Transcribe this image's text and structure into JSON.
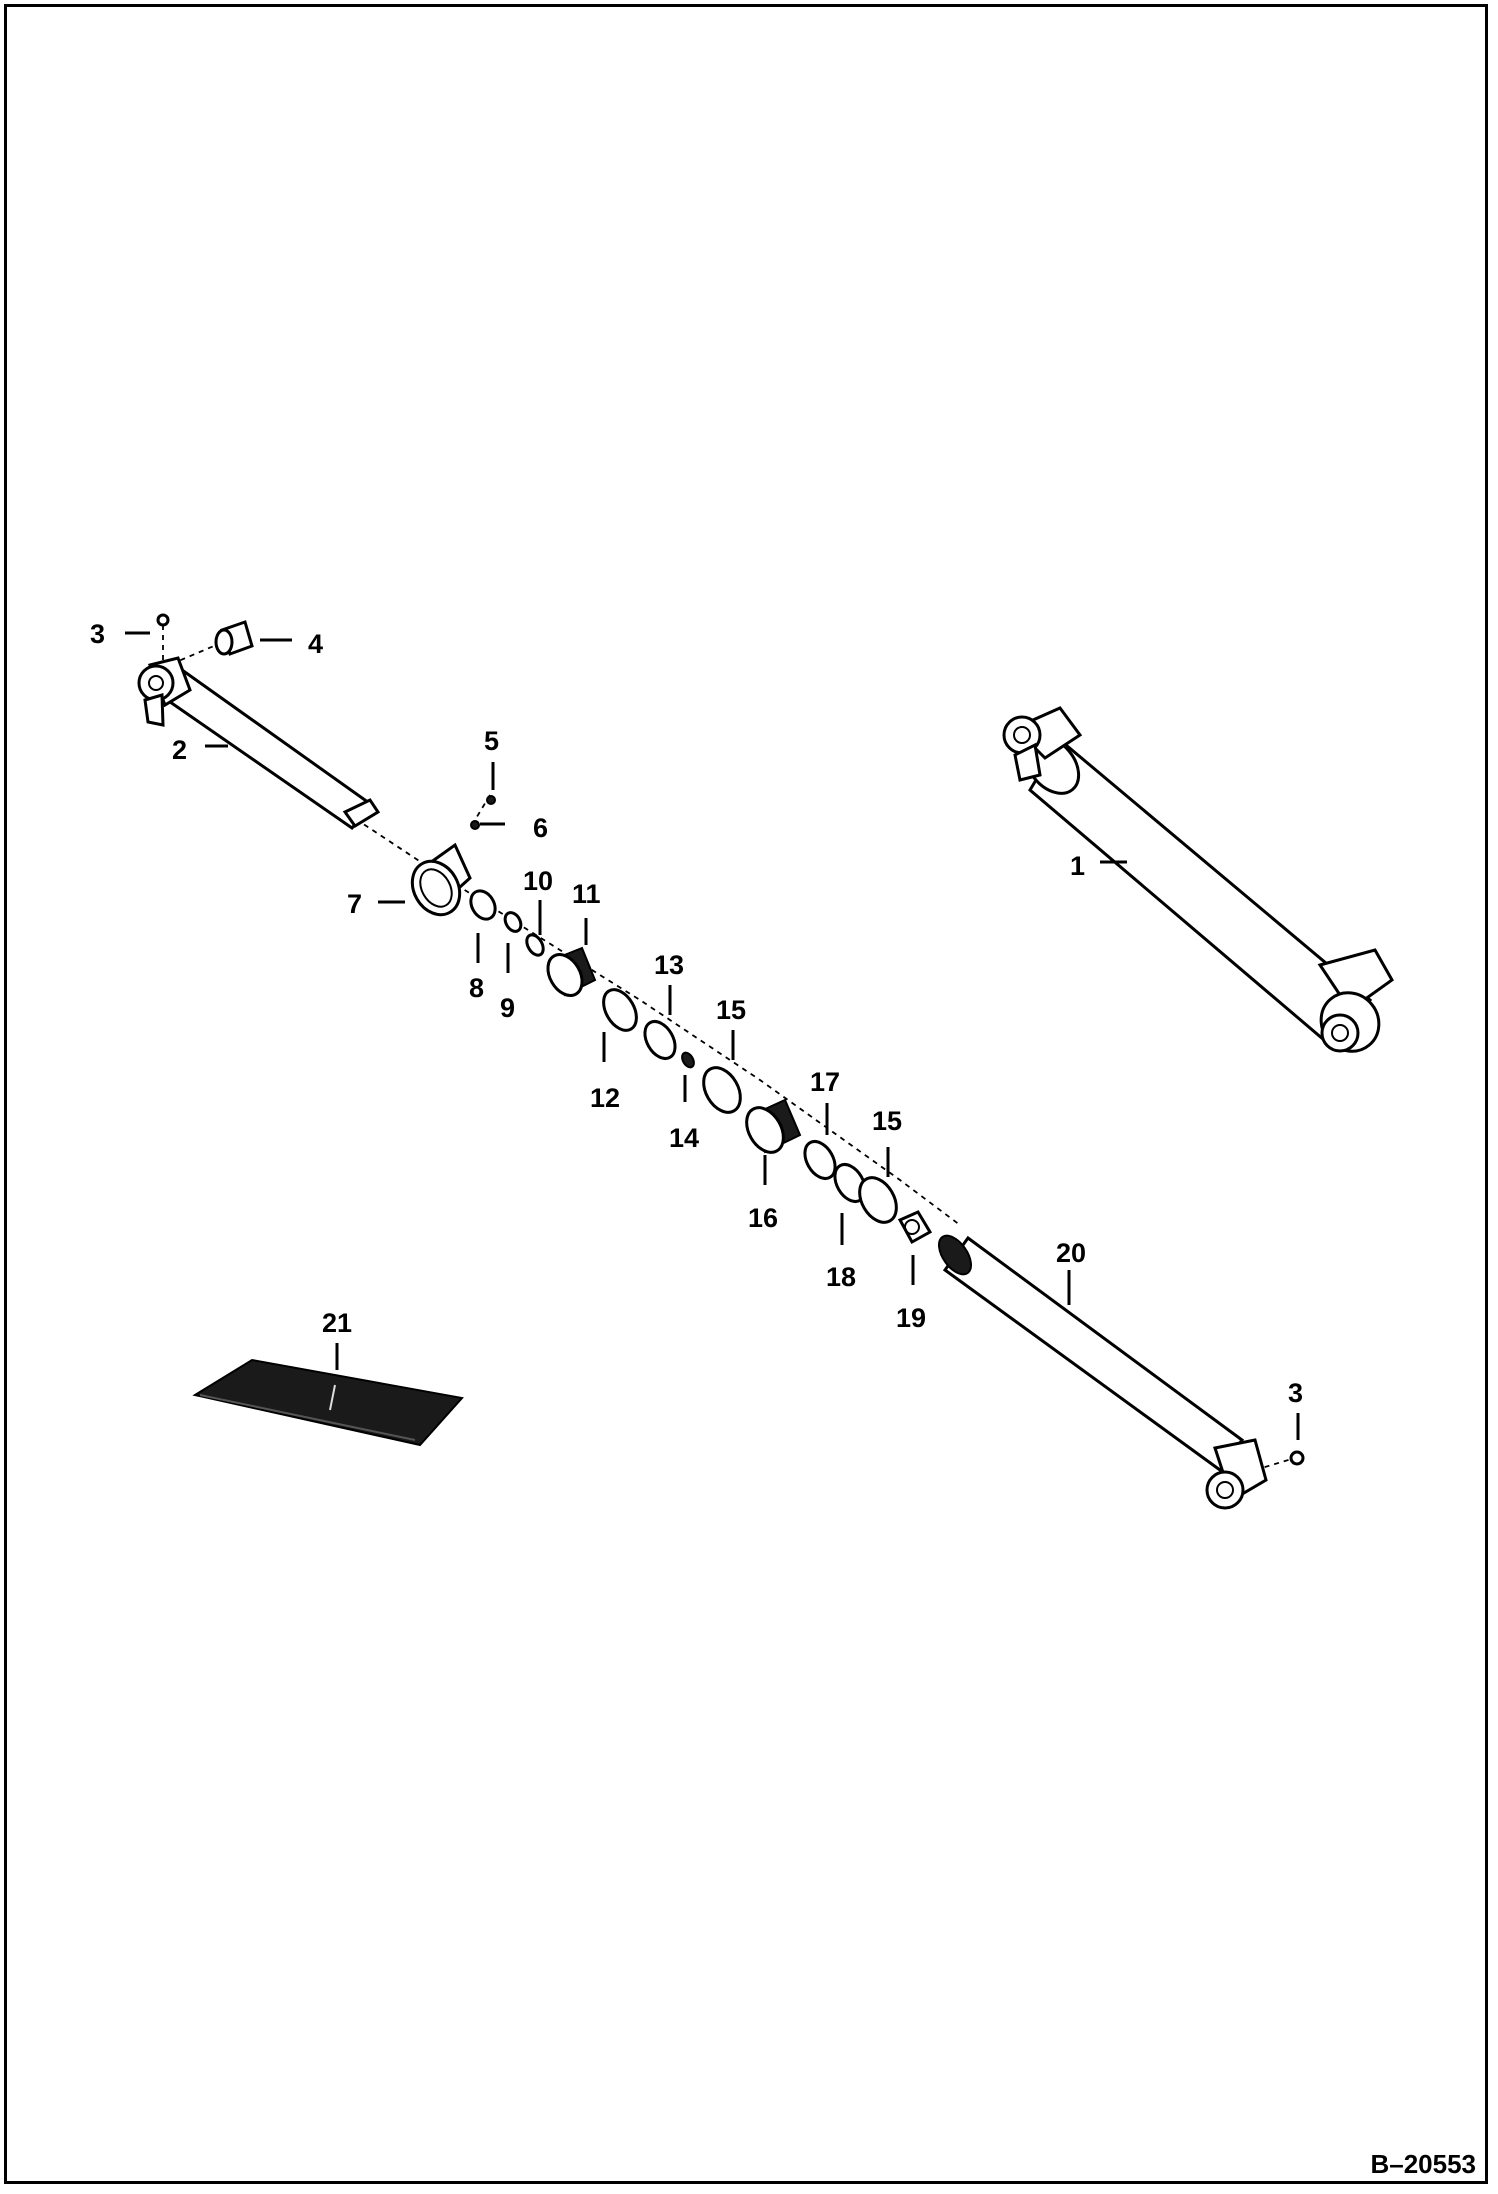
{
  "drawing_number": "B–20553",
  "callouts": [
    {
      "id": "c1",
      "text": "1"
    },
    {
      "id": "c2",
      "text": "2"
    },
    {
      "id": "c3a",
      "text": "3"
    },
    {
      "id": "c3b",
      "text": "3"
    },
    {
      "id": "c4",
      "text": "4"
    },
    {
      "id": "c5",
      "text": "5"
    },
    {
      "id": "c6",
      "text": "6"
    },
    {
      "id": "c7",
      "text": "7"
    },
    {
      "id": "c8",
      "text": "8"
    },
    {
      "id": "c9",
      "text": "9"
    },
    {
      "id": "c10",
      "text": "10"
    },
    {
      "id": "c11",
      "text": "11"
    },
    {
      "id": "c12",
      "text": "12"
    },
    {
      "id": "c13",
      "text": "13"
    },
    {
      "id": "c14",
      "text": "14"
    },
    {
      "id": "c15a",
      "text": "15"
    },
    {
      "id": "c15b",
      "text": "15"
    },
    {
      "id": "c16",
      "text": "16"
    },
    {
      "id": "c17",
      "text": "17"
    },
    {
      "id": "c18",
      "text": "18"
    },
    {
      "id": "c19",
      "text": "19"
    },
    {
      "id": "c20",
      "text": "20"
    },
    {
      "id": "c21",
      "text": "21"
    }
  ]
}
